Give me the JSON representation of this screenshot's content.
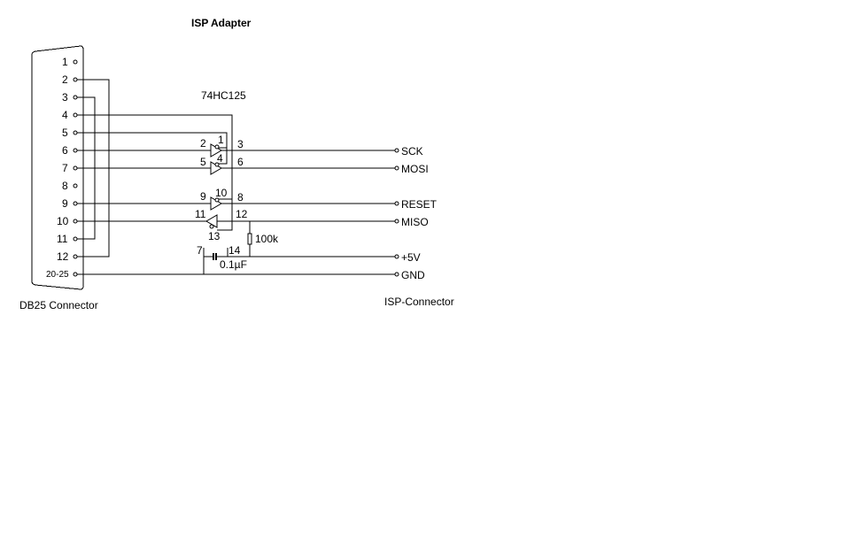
{
  "title": "ISP Adapter",
  "ic_label": "74HC125",
  "db25": {
    "label": "DB25 Connector",
    "pins": [
      "1",
      "2",
      "3",
      "4",
      "5",
      "6",
      "7",
      "8",
      "9",
      "10",
      "11",
      "12",
      "20-25"
    ]
  },
  "isp": {
    "label": "ISP-Connector",
    "signals": [
      "SCK",
      "MOSI",
      "RESET",
      "MISO",
      "+5V",
      "GND"
    ]
  },
  "ic_pins": [
    "2",
    "1",
    "3",
    "5",
    "4",
    "6",
    "9",
    "10",
    "8",
    "11",
    "12",
    "13",
    "7",
    "14"
  ],
  "resistor": "100k",
  "capacitor": "0.1µF"
}
